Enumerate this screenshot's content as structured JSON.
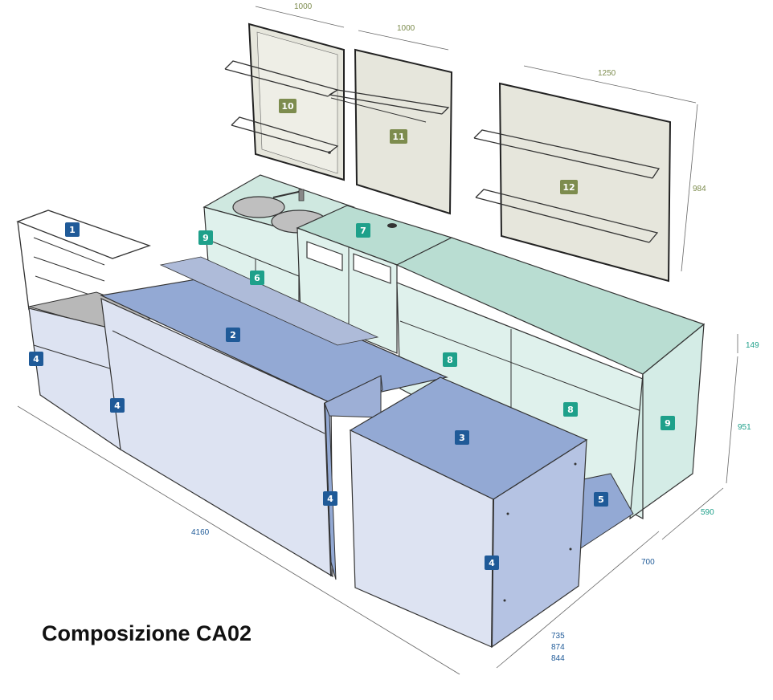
{
  "title": "Composizione CA02",
  "colors": {
    "blue_badge": "#1f5a98",
    "teal_badge": "#1ea08a",
    "olive_badge": "#7d8c4e",
    "blue_dim_text": "#1f5a98",
    "teal_dim_text": "#1ea08a",
    "olive_dim_text": "#7d8c4e",
    "blue_top": "#93a9d4",
    "blue_front": "#dde3f2",
    "teal_surface": "#b9ddd2",
    "teal_light": "#dff1ec",
    "panel": "#e6e6dc"
  },
  "badges": [
    {
      "label": "1",
      "color": "blue"
    },
    {
      "label": "2",
      "color": "blue"
    },
    {
      "label": "3",
      "color": "blue"
    },
    {
      "label": "4",
      "color": "blue"
    },
    {
      "label": "4",
      "color": "blue"
    },
    {
      "label": "4",
      "color": "blue"
    },
    {
      "label": "4",
      "color": "blue"
    },
    {
      "label": "5",
      "color": "blue"
    },
    {
      "label": "6",
      "color": "teal"
    },
    {
      "label": "7",
      "color": "teal"
    },
    {
      "label": "8",
      "color": "teal"
    },
    {
      "label": "8",
      "color": "teal"
    },
    {
      "label": "9",
      "color": "teal"
    },
    {
      "label": "9",
      "color": "teal"
    },
    {
      "label": "10",
      "color": "olive"
    },
    {
      "label": "11",
      "color": "olive"
    },
    {
      "label": "12",
      "color": "olive"
    }
  ],
  "dimensions": {
    "panel10_width": "1000",
    "panel11_width": "1000",
    "panel12_width": "1250",
    "panel_height": "984",
    "upper_height": "149",
    "rear_height": "951",
    "rear_depth": "590",
    "front_depth": "700",
    "total_length": "4160",
    "front_height_1": "735",
    "front_height_2": "874",
    "front_height_3": "844"
  }
}
